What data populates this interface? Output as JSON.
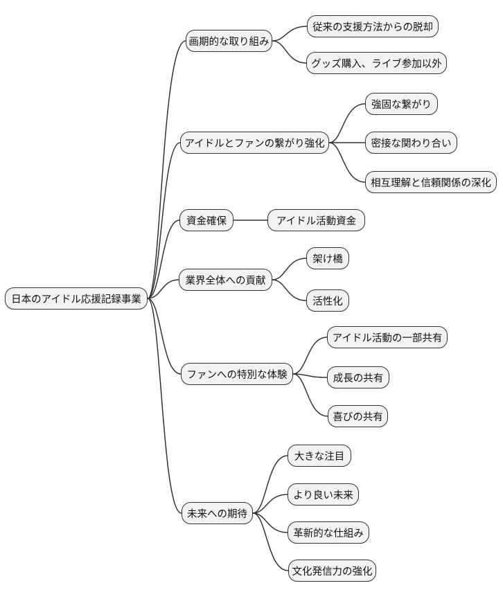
{
  "diagram": {
    "type": "mindmap",
    "orientation": "left-to-right",
    "background_color": "#ffffff",
    "node_fill_color": "#f2f2f2",
    "node_border_color": "#333333",
    "edge_color": "#333333",
    "root": {
      "label": "日本のアイドル応援記録事業",
      "children": [
        {
          "label": "画期的な取り組み",
          "children": [
            {
              "label": "従来の支援方法からの脱却"
            },
            {
              "label": "グッズ購入、ライブ参加以外"
            }
          ]
        },
        {
          "label": "アイドルとファンの繋がり強化",
          "children": [
            {
              "label": "強固な繋がり"
            },
            {
              "label": "密接な関わり合い"
            },
            {
              "label": "相互理解と信頼関係の深化"
            }
          ]
        },
        {
          "label": "資金確保",
          "children": [
            {
              "label": "アイドル活動資金"
            }
          ]
        },
        {
          "label": "業界全体への貢献",
          "children": [
            {
              "label": "架け橋"
            },
            {
              "label": "活性化"
            }
          ]
        },
        {
          "label": "ファンへの特別な体験",
          "children": [
            {
              "label": "アイドル活動の一部共有"
            },
            {
              "label": "成長の共有"
            },
            {
              "label": "喜びの共有"
            }
          ]
        },
        {
          "label": "未来への期待",
          "children": [
            {
              "label": "大きな注目"
            },
            {
              "label": "より良い未来"
            },
            {
              "label": "革新的な仕組み"
            },
            {
              "label": "文化発信力の強化"
            }
          ]
        }
      ]
    }
  }
}
